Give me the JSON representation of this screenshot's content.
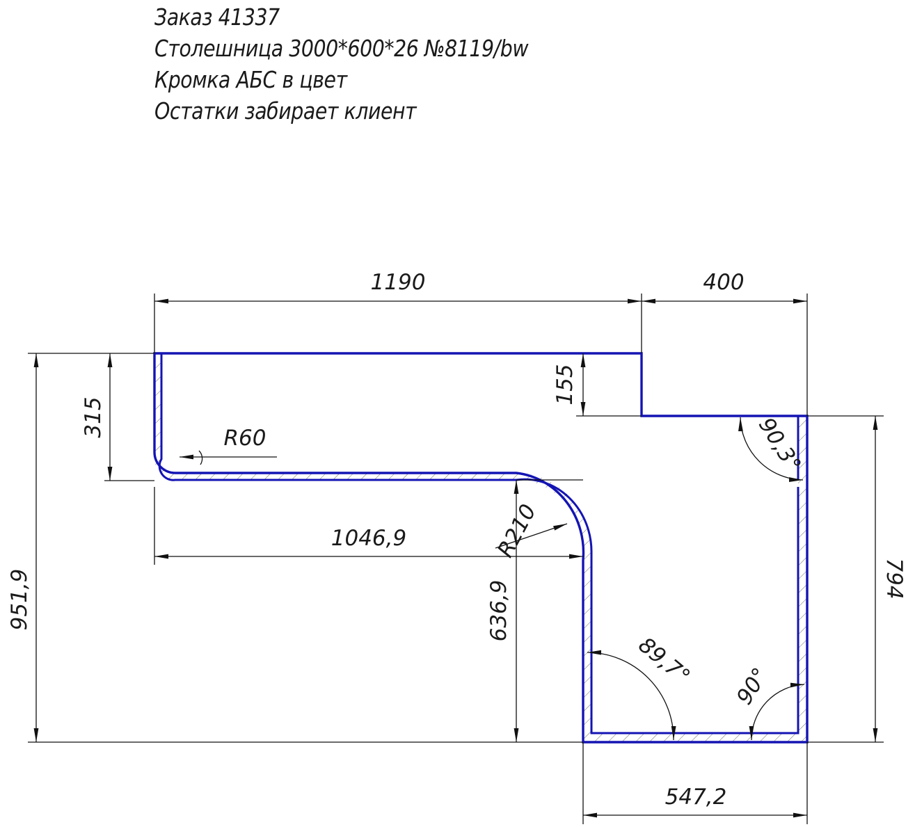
{
  "notes": {
    "order": "Заказ 41337",
    "worktop": "Столешница 3000*600*26 №8119/bw",
    "edge": "Кромка АБС в цвет",
    "remains": "Остатки забирает клиент"
  },
  "dimensions": {
    "top_left_width": "1190",
    "top_right_width": "400",
    "left_offset": "315",
    "step_height": "155",
    "small_radius": "R60",
    "large_radius": "R210",
    "inner_length": "1046,9",
    "inner_height": "636,9",
    "total_height": "951,9",
    "right_height": "794",
    "bottom_width": "547,2",
    "angle_top_right": "90,3°",
    "angle_bottom_left": "89,7°",
    "angle_bottom_right": "90°"
  },
  "colors": {
    "outline": "#1414b4",
    "dimension_lines": "#111111"
  }
}
